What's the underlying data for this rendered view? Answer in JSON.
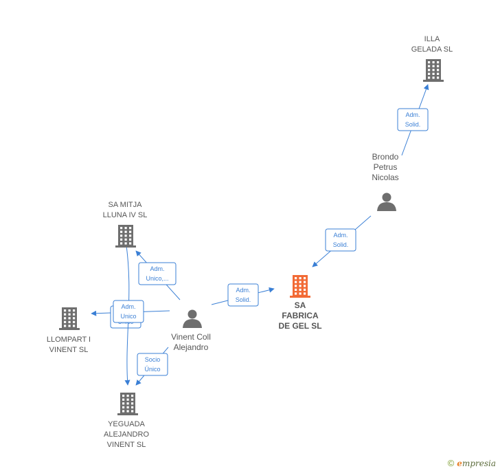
{
  "colors": {
    "accent": "#3a7fd5",
    "company": "#6e6e6e",
    "main_company": "#f26a35",
    "person": "#6e6e6e"
  },
  "nodes": [
    {
      "id": "sa_fabrica",
      "type": "company",
      "main": true,
      "lines": [
        "SA",
        "FABRICA",
        "DE GEL  SL"
      ]
    },
    {
      "id": "illa_gelada",
      "type": "company",
      "lines": [
        "ILLA",
        "GELADA  SL"
      ]
    },
    {
      "id": "brondo",
      "type": "person",
      "lines": [
        "Brondo",
        "Petrus",
        "Nicolas"
      ]
    },
    {
      "id": "sa_mitja",
      "type": "company",
      "lines": [
        "SA MITJA",
        "LLUNA IV  SL"
      ]
    },
    {
      "id": "vinent_coll",
      "type": "person",
      "lines": [
        "Vinent Coll",
        "Alejandro"
      ]
    },
    {
      "id": "llompart",
      "type": "company",
      "lines": [
        "LLOMPART I",
        "VINENT  SL"
      ]
    },
    {
      "id": "yeguada",
      "type": "company",
      "lines": [
        "YEGUADA",
        "ALEJANDRO",
        "VINENT  SL"
      ]
    }
  ],
  "edges": [
    {
      "id": "e1",
      "from": "brondo",
      "to": "illa_gelada",
      "lines": [
        "Adm.",
        "Solid."
      ]
    },
    {
      "id": "e2",
      "from": "brondo",
      "to": "sa_fabrica",
      "lines": [
        "Adm.",
        "Solid."
      ]
    },
    {
      "id": "e3",
      "from": "vinent_coll",
      "to": "sa_fabrica",
      "lines": [
        "Adm.",
        "Solid."
      ]
    },
    {
      "id": "e4",
      "from": "vinent_coll",
      "to": "sa_mitja",
      "lines": [
        "Adm.",
        "Unico,..."
      ]
    },
    {
      "id": "e5",
      "from": "vinent_coll",
      "to": "llompart",
      "lines": [
        "Adm.",
        "Unico"
      ]
    },
    {
      "id": "e6",
      "from": "vinent_coll",
      "to": "yeguada",
      "lines": [
        "Socio",
        "Único"
      ]
    },
    {
      "id": "e7",
      "from": "sa_mitja",
      "to": "yeguada",
      "lines": [
        "Adm.",
        "Unico"
      ]
    }
  ],
  "footer": {
    "copyright_symbol": "©",
    "brand_first": "e",
    "brand_rest": "mpresia"
  }
}
